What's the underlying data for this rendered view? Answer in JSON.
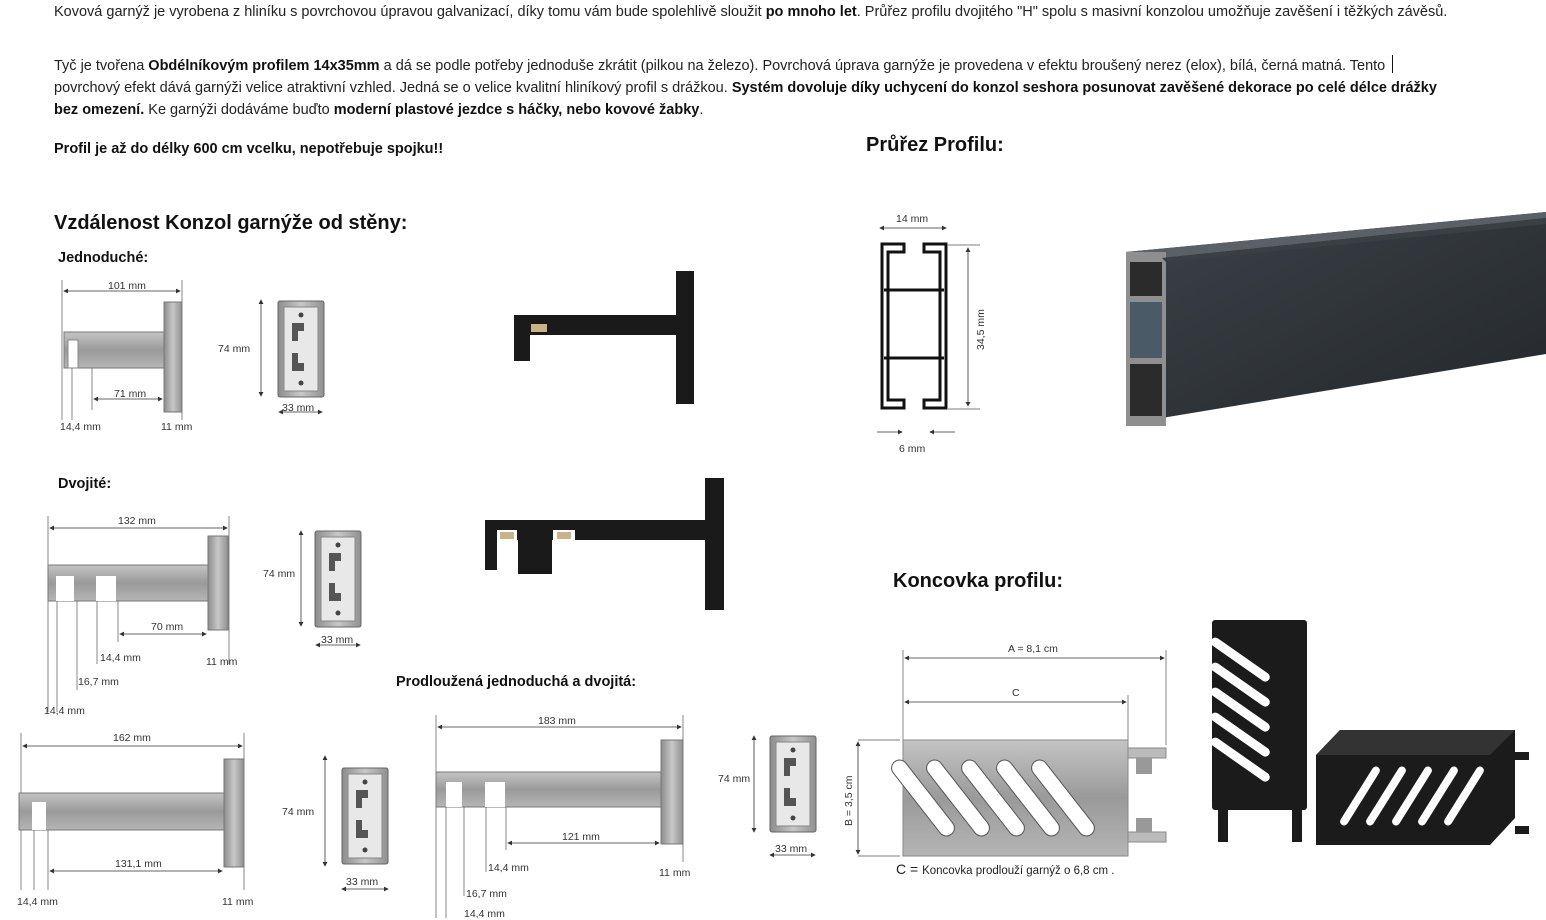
{
  "intro": {
    "p1_a": "Kovová garnýž je vyrobena z hliníku s povrchovou úpravou galvanizací, díky tomu vám bude spolehlivě sloužit ",
    "p1_b": "po mnoho let",
    "p1_c": ". Průřez profilu dvojitého \"H\" spolu s masivní konzolou umožňuje zavěšení i těžkých závěsů.",
    "p2_a": " Tyč je tvořena ",
    "p2_b": "Obdélníkovým profilem 14x35mm",
    "p2_c": " a dá se podle potřeby jednoduše zkrátit (pilkou na železo). Povrchová úprava garnýže je provedena v efektu broušený nerez (elox), bílá, černá matná. Tento ",
    "p2_d": "povrchový efekt dává garnýži velice atraktivní vzhled. Jedná se o velice kvalitní hliníkový profil s drážkou. ",
    "p2_e": "Systém dovoluje díky uchycení do konzol seshora posunovat zavěšené dekorace po celé délce drážky bez omezení.",
    "p2_f": " Ke garnýži dodáváme buďto ",
    "p2_g": "moderní plastové jezdce s háčky, nebo kovové žabky",
    "p2_h": ".",
    "p3": "Profil je až do délky 600 cm vcelku, nepotřebuje spojku!!"
  },
  "sections": {
    "brackets_title": "Vzdálenost Konzol garnýže od stěny:",
    "single_label": "Jednoduché:",
    "double_label": "Dvojité:",
    "extended_label": "Prodloužená jednoduchá a dvojitá:",
    "profile_title": "Průřez Profilu:",
    "endcap_title": "Koncovka profilu:"
  },
  "dims": {
    "single": {
      "len": "101 mm",
      "inner": "71 mm",
      "left": "14,4 mm",
      "right": "11 mm",
      "plate_h": "74 mm",
      "plate_w": "33 mm"
    },
    "double": {
      "len": "132 mm",
      "inner": "70 mm",
      "mid": "14,4 mm",
      "gap": "16,7 mm",
      "left": "14,4 mm",
      "right": "11 mm",
      "plate_h": "74 mm",
      "plate_w": "33 mm"
    },
    "ext_single": {
      "len": "162 mm",
      "inner": "131,1 mm",
      "left": "14,4 mm",
      "right": "11 mm",
      "plate_h": "74 mm",
      "plate_w": "33 mm"
    },
    "ext_double": {
      "len": "183 mm",
      "inner": "121 mm",
      "mid": "14,4 mm",
      "gap": "16,7 mm",
      "left": "14,4 mm",
      "right": "11 mm",
      "plate_h": "74 mm",
      "plate_w": "33 mm"
    },
    "profile": {
      "top": "14 mm",
      "height": "34,5 mm",
      "bottom": "6 mm"
    },
    "endcap": {
      "a": "A = 8,1 cm",
      "c": "C",
      "b": "B = 3,5 cm",
      "note_prefix": "C = ",
      "note": "Koncovka prodlouží garnýž o 6,8 cm ."
    }
  },
  "colors": {
    "steel": "#9a9a9a",
    "black": "#1a1a1a",
    "profile": "#2e3338"
  }
}
